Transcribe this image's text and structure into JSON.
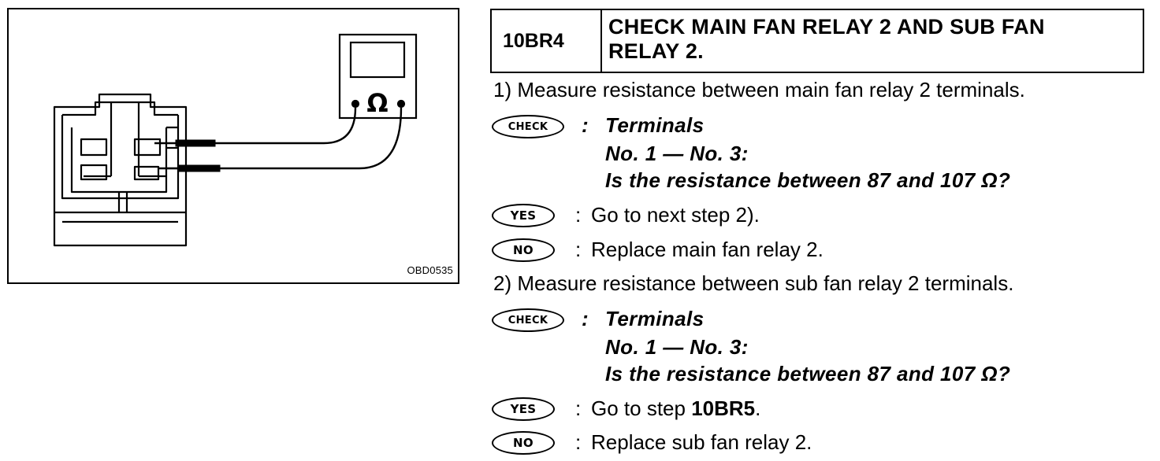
{
  "figure": {
    "code": "OBD0535",
    "meter_symbol": "Ω"
  },
  "header": {
    "step_code": "10BR4",
    "title_line1": "CHECK MAIN FAN RELAY 2 AND SUB FAN",
    "title_line2": "RELAY 2."
  },
  "labels": {
    "check": "CHECK",
    "yes": "YES",
    "no": "NO",
    "colon": ":"
  },
  "step1": {
    "instruction": "1)  Measure resistance between main fan relay 2 terminals.",
    "check_line1": "Terminals",
    "check_line2": "No. 1 — No. 3:",
    "check_line3": "Is the resistance between 87 and 107 Ω?",
    "yes_text": "Go to next step 2).",
    "no_text": "Replace main fan relay 2."
  },
  "step2": {
    "instruction": "2)  Measure resistance between sub fan relay 2 terminals.",
    "check_line1": "Terminals",
    "check_line2": "No. 1 — No. 3:",
    "check_line3": "Is the resistance between 87 and 107 Ω?",
    "yes_prefix": "Go to step ",
    "yes_step": "10BR5",
    "yes_suffix": ".",
    "no_text": "Replace sub fan relay 2."
  }
}
